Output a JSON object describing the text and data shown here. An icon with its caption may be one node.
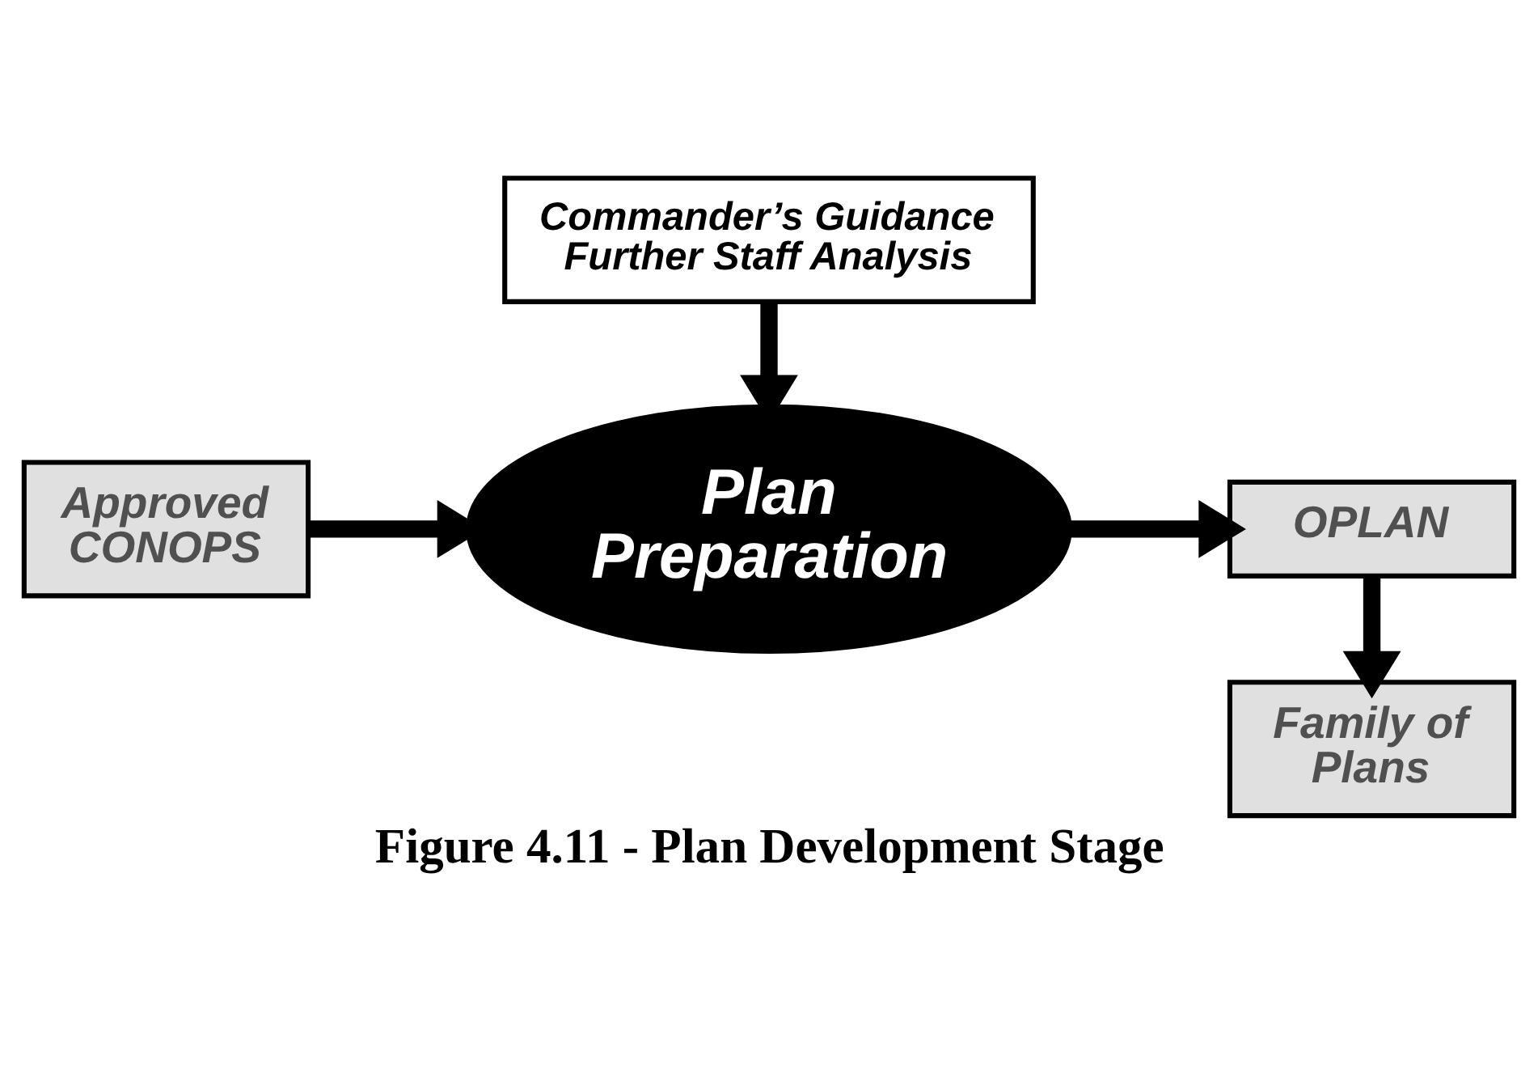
{
  "diagram": {
    "caption": "Figure 4.11 - Plan Development Stage",
    "nodes": [
      {
        "text": [
          "Commander’s Guidance",
          "Further Staff Analysis"
        ]
      },
      {
        "text": [
          "Approved CONOPS"
        ]
      },
      {
        "text": [
          "Plan Preparation"
        ]
      },
      {
        "text": [
          "OPLAN"
        ]
      },
      {
        "text": [
          "Family of Plans"
        ]
      }
    ],
    "edges": [
      {
        "from": 0,
        "to": 2,
        "arrow": "to"
      },
      {
        "from": 1,
        "to": 2,
        "arrow": "to"
      },
      {
        "from": 2,
        "to": 3,
        "arrow": "to"
      },
      {
        "from": 3,
        "to": 4,
        "arrow": "to"
      }
    ]
  }
}
